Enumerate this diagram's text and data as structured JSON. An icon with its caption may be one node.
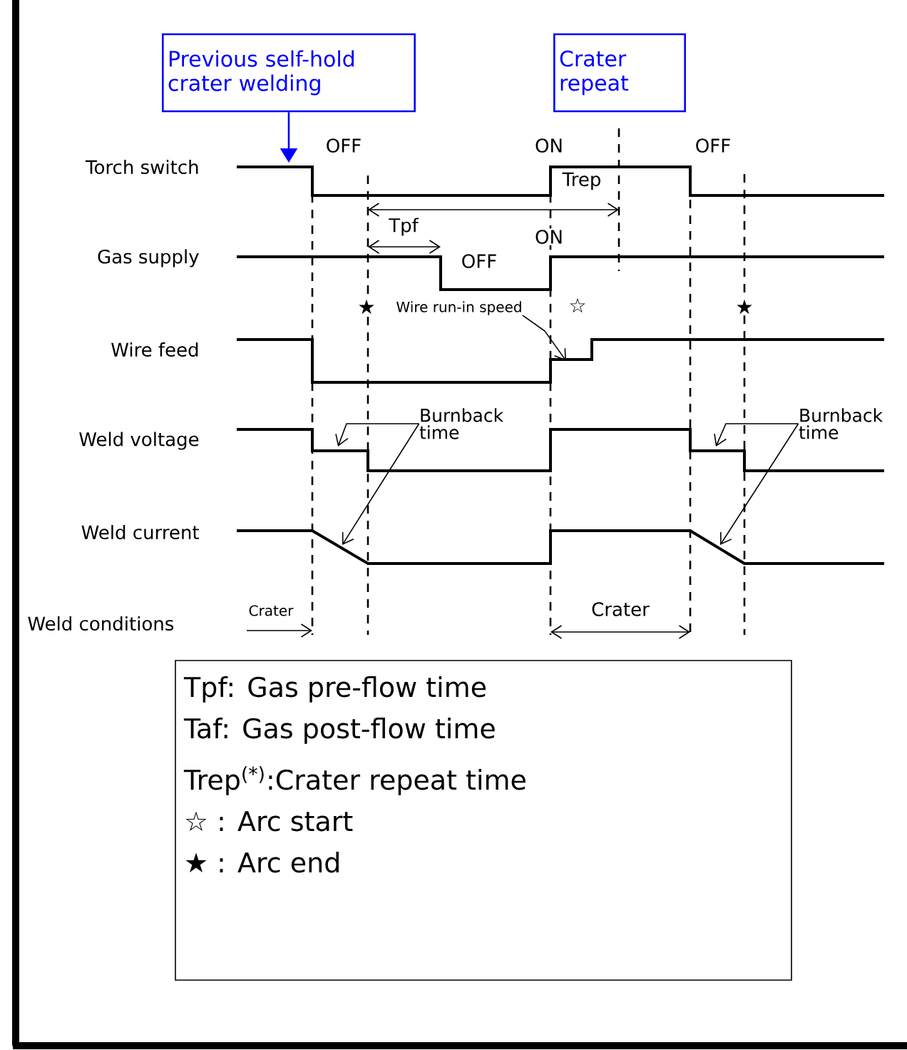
{
  "diagram": {
    "nodes": [
      {
        "text": [
          "Previous self-hold crater welding"
        ]
      },
      {
        "text": [
          "Crater repeat"
        ]
      },
      {
        "text": [
          "Wire run-in speed"
        ]
      },
      {
        "text": [
          "Burnback time"
        ]
      },
      {
        "text": [
          "Burnback time"
        ]
      },
      {
        "text": [
          "Tpf: Gas pre-flow time",
          "Taf: Gas post-flow time",
          "Trep$^{(*)}$:Crater repeat time",
          "☆ : Arc start",
          "★ : Arc end"
        ]
      }
    ],
    "edges": [
      {
        "from": 0,
        "to": null,
        "arrow": "to",
        "color": "#0000ff"
      },
      {
        "from": 2,
        "to": null,
        "arrow": "to"
      },
      {
        "from": 3,
        "to": null,
        "arrow": "to"
      },
      {
        "from": 3,
        "to": null,
        "arrow": "to"
      },
      {
        "from": 4,
        "to": null,
        "arrow": "to"
      },
      {
        "from": 4,
        "to": null,
        "arrow": "to"
      }
    ],
    "labels": [
      "Torch switch",
      "OFF",
      "ON",
      "OFF",
      "Trep",
      "Tpf",
      "Gas supply",
      "ON",
      "OFF",
      "★",
      "☆",
      "★",
      "Wire feed",
      "Weld voltage",
      "Weld current",
      "Weld conditions",
      "Crater",
      "Crater"
    ]
  }
}
